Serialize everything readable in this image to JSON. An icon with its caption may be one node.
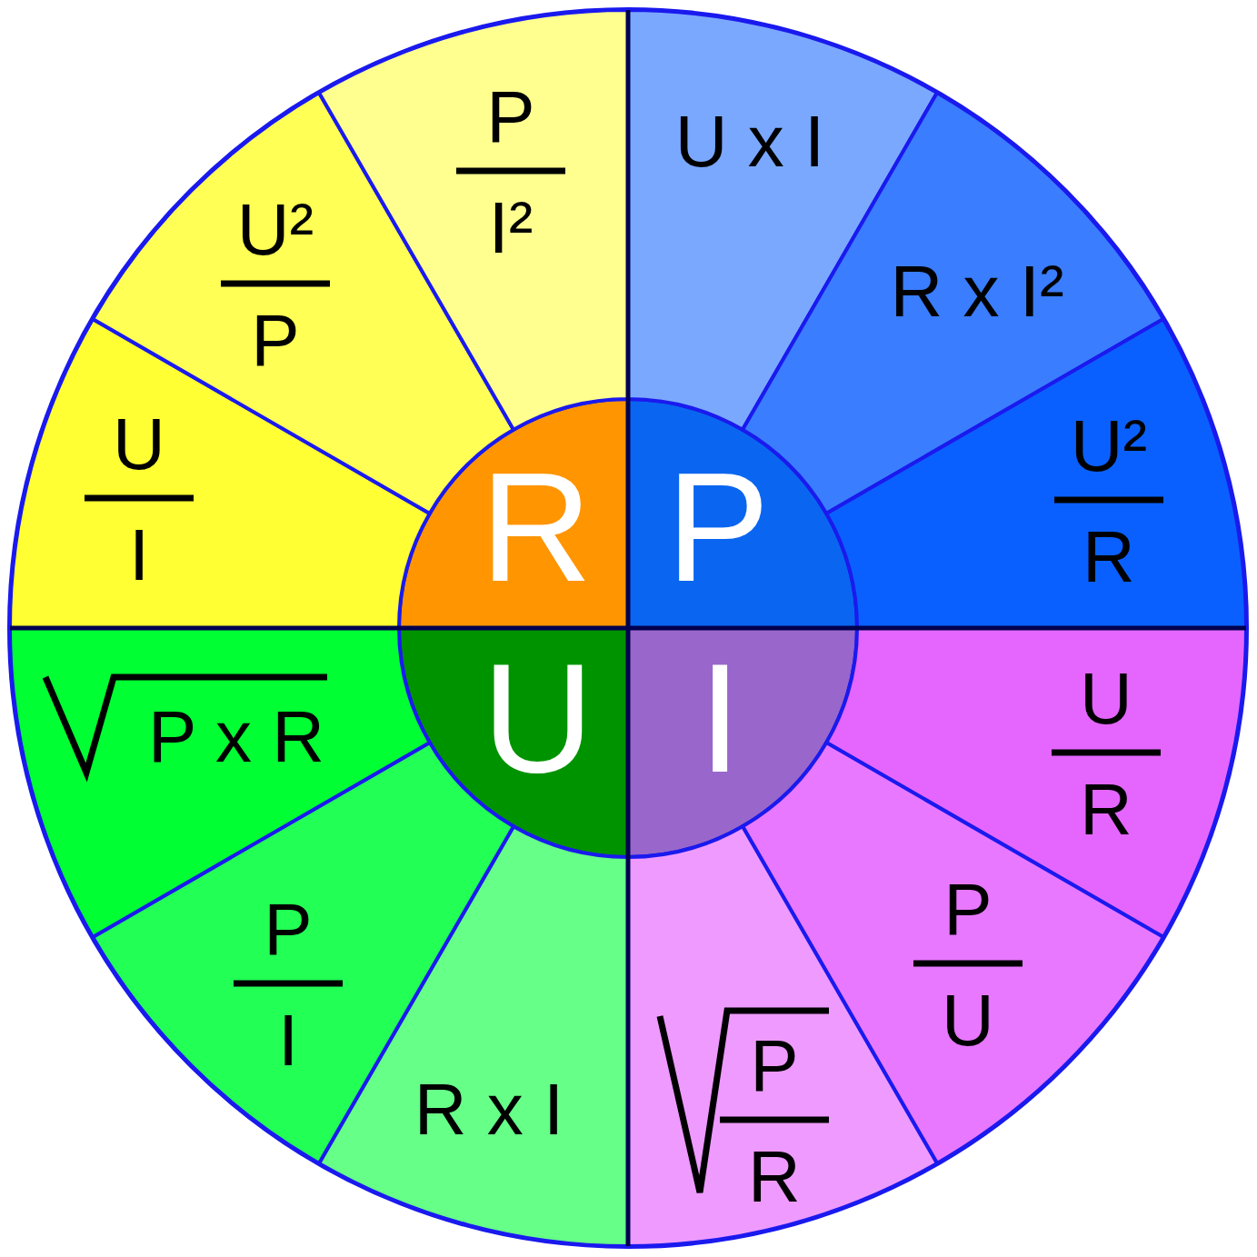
{
  "diagram": {
    "nodes": [
      {
        "text": [
          "R"
        ]
      },
      {
        "text": [
          "P"
        ]
      },
      {
        "text": [
          "U"
        ]
      },
      {
        "text": [
          "I"
        ]
      },
      {
        "text": [
          "U",
          "I"
        ]
      },
      {
        "text": [
          "U²",
          "P"
        ]
      },
      {
        "text": [
          "P",
          "I²"
        ]
      },
      {
        "text": [
          "U x I"
        ]
      },
      {
        "text": [
          "R x I²"
        ]
      },
      {
        "text": [
          "U²",
          "R"
        ]
      },
      {
        "text": [
          "U",
          "R"
        ]
      },
      {
        "text": [
          "P",
          "U"
        ]
      },
      {
        "text": [
          "P",
          "R"
        ]
      },
      {
        "text": [
          "R x I"
        ]
      },
      {
        "text": [
          "P",
          "I"
        ]
      },
      {
        "text": [
          "P x R"
        ]
      }
    ],
    "edges": []
  }
}
